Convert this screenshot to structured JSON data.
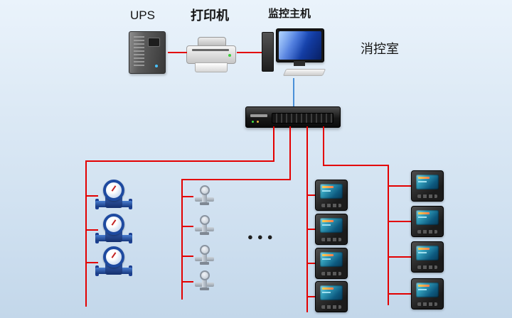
{
  "labels": {
    "ups": "UPS",
    "printer": "打印机",
    "host": "监控主机",
    "room": "消控室",
    "ellipsis": "●●●"
  },
  "colors": {
    "connection_red": "#e30000",
    "connection_blue": "#4a90d8",
    "background_top": "#eaf3fb",
    "background_bottom": "#c3d7ea"
  },
  "topology": {
    "control_room_devices": [
      "UPS",
      "打印机",
      "监控主机"
    ],
    "collector": "数据采集器/交换机",
    "branches": [
      {
        "type": "water-meter",
        "count": 3
      },
      {
        "type": "flow-sensor",
        "count": 4
      },
      {
        "type": "ellipsis",
        "count": 1
      },
      {
        "type": "power-meter",
        "count": 4
      },
      {
        "type": "power-meter",
        "count": 4
      }
    ]
  }
}
